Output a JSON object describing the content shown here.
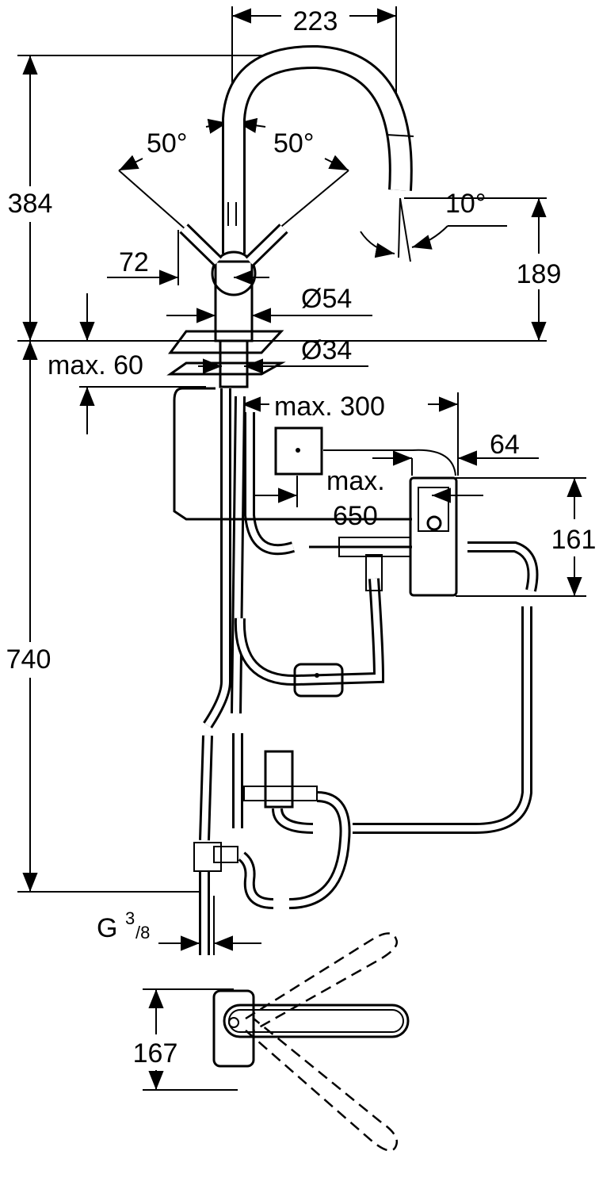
{
  "title": "Kitchen faucet with pull-out spray and electronic module - dimensional drawing",
  "dimensions": {
    "spout_reach": "223",
    "lever_angle_left": "50°",
    "lever_angle_right": "50°",
    "total_height": "384",
    "spray_angle": "10°",
    "spout_height": "189",
    "lever_offset": "72",
    "body_diameter": "Ø54",
    "hole_diameter": "Ø34",
    "max_deck_thickness": "max. 60",
    "max_distance": "max. 300",
    "module_depth": "64",
    "max_cable_label": "max.",
    "max_cable_value": "650",
    "module_height": "161",
    "hose_length": "740",
    "connection_thread_prefix": "G",
    "connection_thread_num": "3",
    "connection_thread_den": "/8",
    "top_view_height": "167"
  }
}
